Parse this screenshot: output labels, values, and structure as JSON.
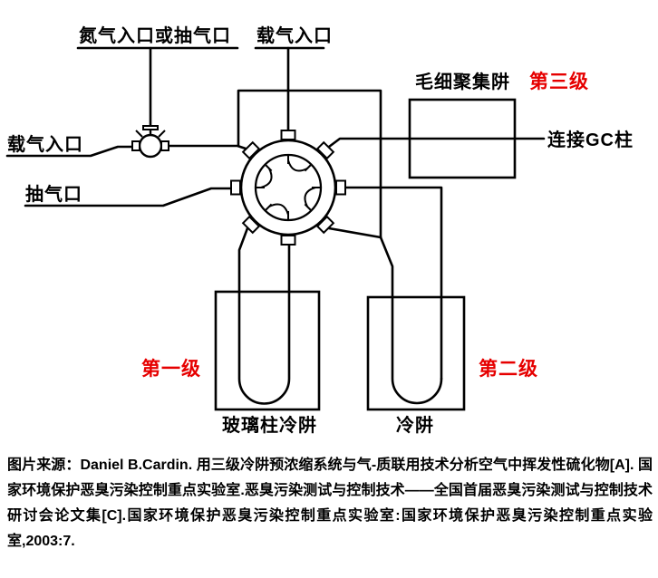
{
  "diagram": {
    "labels": {
      "nitrogen_inlet": "氮气入口或抽气口",
      "carrier_gas_inlet_top": "载气入口",
      "carrier_gas_inlet_left": "载气入口",
      "pump_port": "抽气口",
      "capillary_trap": "毛细聚集阱",
      "stage3": "第三级",
      "gc_column": "连接GC柱",
      "stage1": "第一级",
      "stage2": "第二级",
      "glass_column_cold_trap": "玻璃柱冷阱",
      "cold_trap": "冷阱"
    },
    "colors": {
      "stage_label": "#e60000",
      "line": "#000000"
    }
  },
  "caption": {
    "text": "图片来源：Daniel B.Cardin. 用三级冷阱预浓缩系统与气-质联用技术分析空气中挥发性硫化物[A]. 国家环境保护恶臭污染控制重点实验室.恶臭污染测试与控制技术——全国首届恶臭污染测试与控制技术研讨会论文集[C].国家环境保护恶臭污染控制重点实验室:国家环境保护恶臭污染控制重点实验室,2003:7."
  }
}
